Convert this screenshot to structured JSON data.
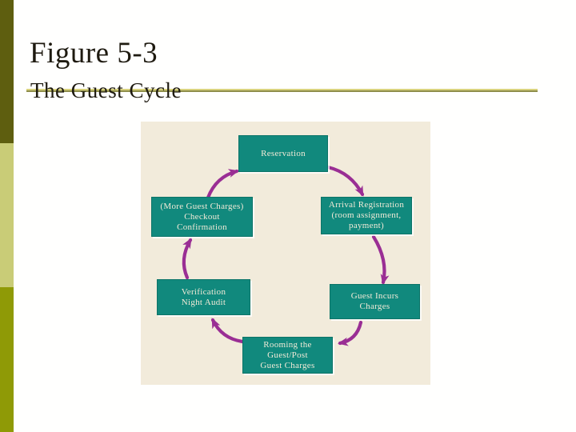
{
  "slide": {
    "title": "Figure 5-3",
    "subtitle": "The Guest Cycle"
  },
  "colors": {
    "bar-top": "#5e5e0f",
    "bar-mid": "#c9cc77",
    "bar-bot": "#8f9a06",
    "title-color": "#1e1a10",
    "rule-light": "#d9d37e",
    "rule-dark": "#8e8e4a",
    "panel-bg": "#f2ebdb",
    "box-bg": "#11897d",
    "box-text": "#f1ead7",
    "arrow": "#9a2e94"
  },
  "diagram": {
    "type": "cycle",
    "flow_direction": "clockwise",
    "boxes": [
      {
        "id": "reservation",
        "lines": [
          "Reservation"
        ]
      },
      {
        "id": "arrival-registration",
        "lines": [
          "Arrival Registration",
          "(room assignment,",
          "payment)"
        ]
      },
      {
        "id": "guest-incurs-charges",
        "lines": [
          "Guest Incurs",
          "Charges"
        ]
      },
      {
        "id": "rooming-the-guest",
        "lines": [
          "Rooming the",
          "Guest/Post",
          "Guest Charges"
        ]
      },
      {
        "id": "verification",
        "lines": [
          "Verification",
          "Night Audit"
        ]
      },
      {
        "id": "checkout",
        "lines": [
          "(More Guest Charges)",
          "Checkout",
          "Confirmation"
        ]
      }
    ],
    "arrows": [
      "reservation → arrival-registration",
      "arrival-registration → guest-incurs-charges",
      "guest-incurs-charges → rooming-the-guest",
      "rooming-the-guest → verification",
      "verification → checkout",
      "checkout → reservation"
    ]
  }
}
